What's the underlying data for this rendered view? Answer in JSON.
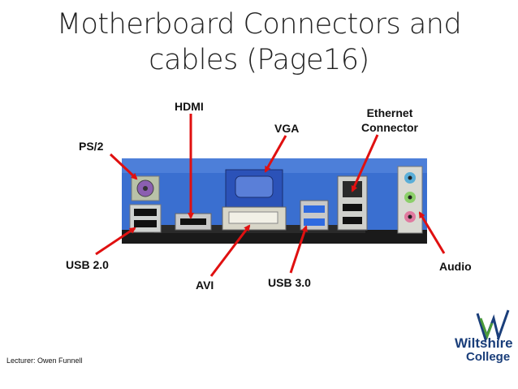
{
  "slide": {
    "title_line1": "Motherboard Connectors and",
    "title_line2": "cables (Page16)",
    "footer": "Lecturer: Owen Funnell"
  },
  "labels": {
    "hdmi": "HDMI",
    "vga": "VGA",
    "ethernet_line1": "Ethernet",
    "ethernet_line2": "Connector",
    "ps2": "PS/2",
    "usb2": "USB 2.0",
    "audio": "Audio",
    "avi": "AVI",
    "usb3": "USB 3.0"
  },
  "logo": {
    "word1": "Wiltshire",
    "word2": "College"
  },
  "colors": {
    "arrow": "#e01010",
    "logo_blue": "#1a3e7a",
    "logo_green": "#4a9a3a",
    "board_blue": "#2f63c8"
  }
}
